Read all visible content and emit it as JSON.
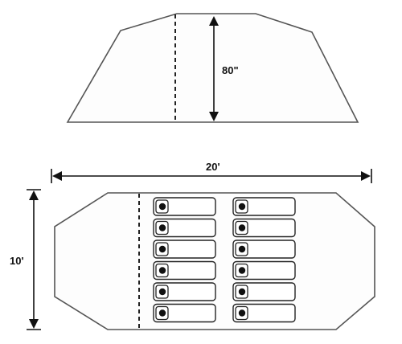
{
  "diagram": {
    "side_view": {
      "height_label": "80\""
    },
    "floor_plan": {
      "length_label": "20'",
      "width_label": "10'",
      "sleeping_bags": {
        "columns": 2,
        "rows": 6
      }
    }
  }
}
